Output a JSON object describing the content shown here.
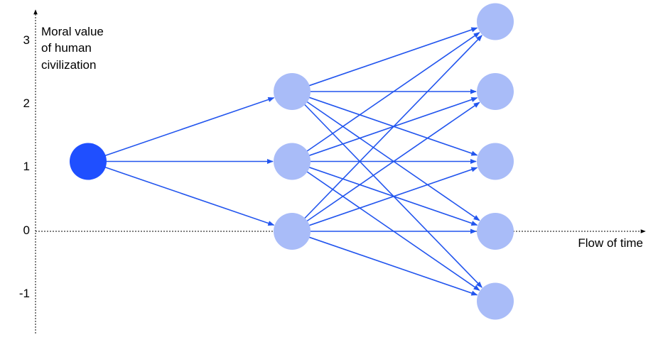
{
  "axes": {
    "y_label": [
      "Moral value",
      "of human",
      "civilization"
    ],
    "x_label": "Flow of time",
    "y_ticks": [
      "3",
      "2",
      "1",
      "0",
      "-1"
    ]
  },
  "colors": {
    "edge": "#2255ee",
    "start_node": "#1f4fff",
    "node": "#a9bcf8",
    "axis": "#000000"
  },
  "graph": {
    "layers": [
      {
        "id": "now",
        "levels": [
          1
        ]
      },
      {
        "id": "next",
        "levels": [
          2,
          1,
          0
        ]
      },
      {
        "id": "future",
        "levels": [
          3,
          2,
          1,
          0,
          -1
        ]
      }
    ],
    "edges": [
      {
        "from": "now:1",
        "to": "next:2"
      },
      {
        "from": "now:1",
        "to": "next:1"
      },
      {
        "from": "now:1",
        "to": "next:0"
      },
      {
        "from": "next:2",
        "to": "future:3"
      },
      {
        "from": "next:2",
        "to": "future:2"
      },
      {
        "from": "next:2",
        "to": "future:1"
      },
      {
        "from": "next:2",
        "to": "future:0"
      },
      {
        "from": "next:2",
        "to": "future:-1"
      },
      {
        "from": "next:1",
        "to": "future:3"
      },
      {
        "from": "next:1",
        "to": "future:2"
      },
      {
        "from": "next:1",
        "to": "future:1"
      },
      {
        "from": "next:1",
        "to": "future:0"
      },
      {
        "from": "next:1",
        "to": "future:-1"
      },
      {
        "from": "next:0",
        "to": "future:3"
      },
      {
        "from": "next:0",
        "to": "future:2"
      },
      {
        "from": "next:0",
        "to": "future:1"
      },
      {
        "from": "next:0",
        "to": "future:0"
      },
      {
        "from": "next:0",
        "to": "future:-1"
      }
    ]
  }
}
